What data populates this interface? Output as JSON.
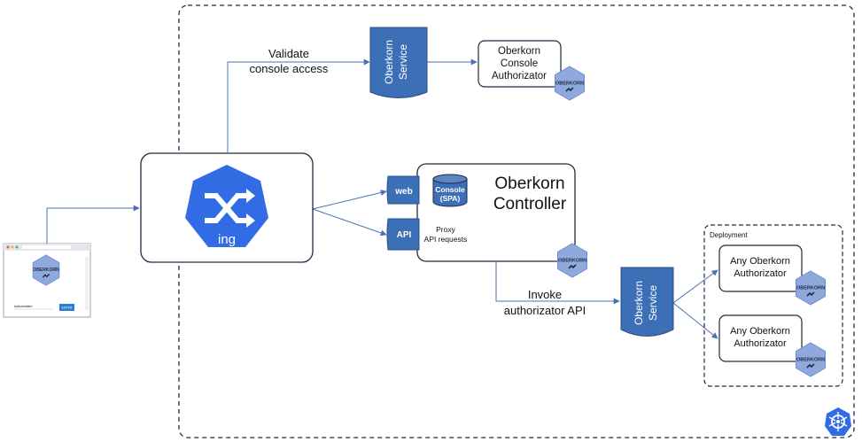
{
  "colors": {
    "accent": "#3d6fb6",
    "hex_badge": "#8fa9dc",
    "ingress_icon": "#326ce5",
    "connector": "#4a72b0",
    "border": "#1f2a44"
  },
  "labels": {
    "validate_line1": "Validate",
    "validate_line2": "console access",
    "invoke_line1": "Invoke",
    "invoke_line2": "authorizator API",
    "proxy_line1": "Proxy",
    "proxy_line2": "API requests",
    "deployment": "Deployment"
  },
  "services": {
    "top_line1": "Oberkorn",
    "top_line2": "Service",
    "bottom_line1": "Oberkorn",
    "bottom_line2": "Service"
  },
  "console_authorizer": {
    "line1": "Oberkorn",
    "line2": "Console",
    "line3": "Authorizator"
  },
  "controller": {
    "line1": "Oberkorn",
    "line2": "Controller",
    "web_label": "web",
    "api_label": "API",
    "console_line1": "Console",
    "console_line2": "(SPA)"
  },
  "ingress": {
    "icon_name": "ingress-icon",
    "label": "ing"
  },
  "authorizers": [
    {
      "line1": "Any Oberkorn",
      "line2": "Authorizator"
    },
    {
      "line1": "Any Oberkorn",
      "line2": "Authorizator"
    }
  ],
  "hex_badge_text": "OBERKORN",
  "browser": {
    "logo_text": "OBERKORN",
    "field_label": "Authorization",
    "button_label": "ENTER"
  }
}
